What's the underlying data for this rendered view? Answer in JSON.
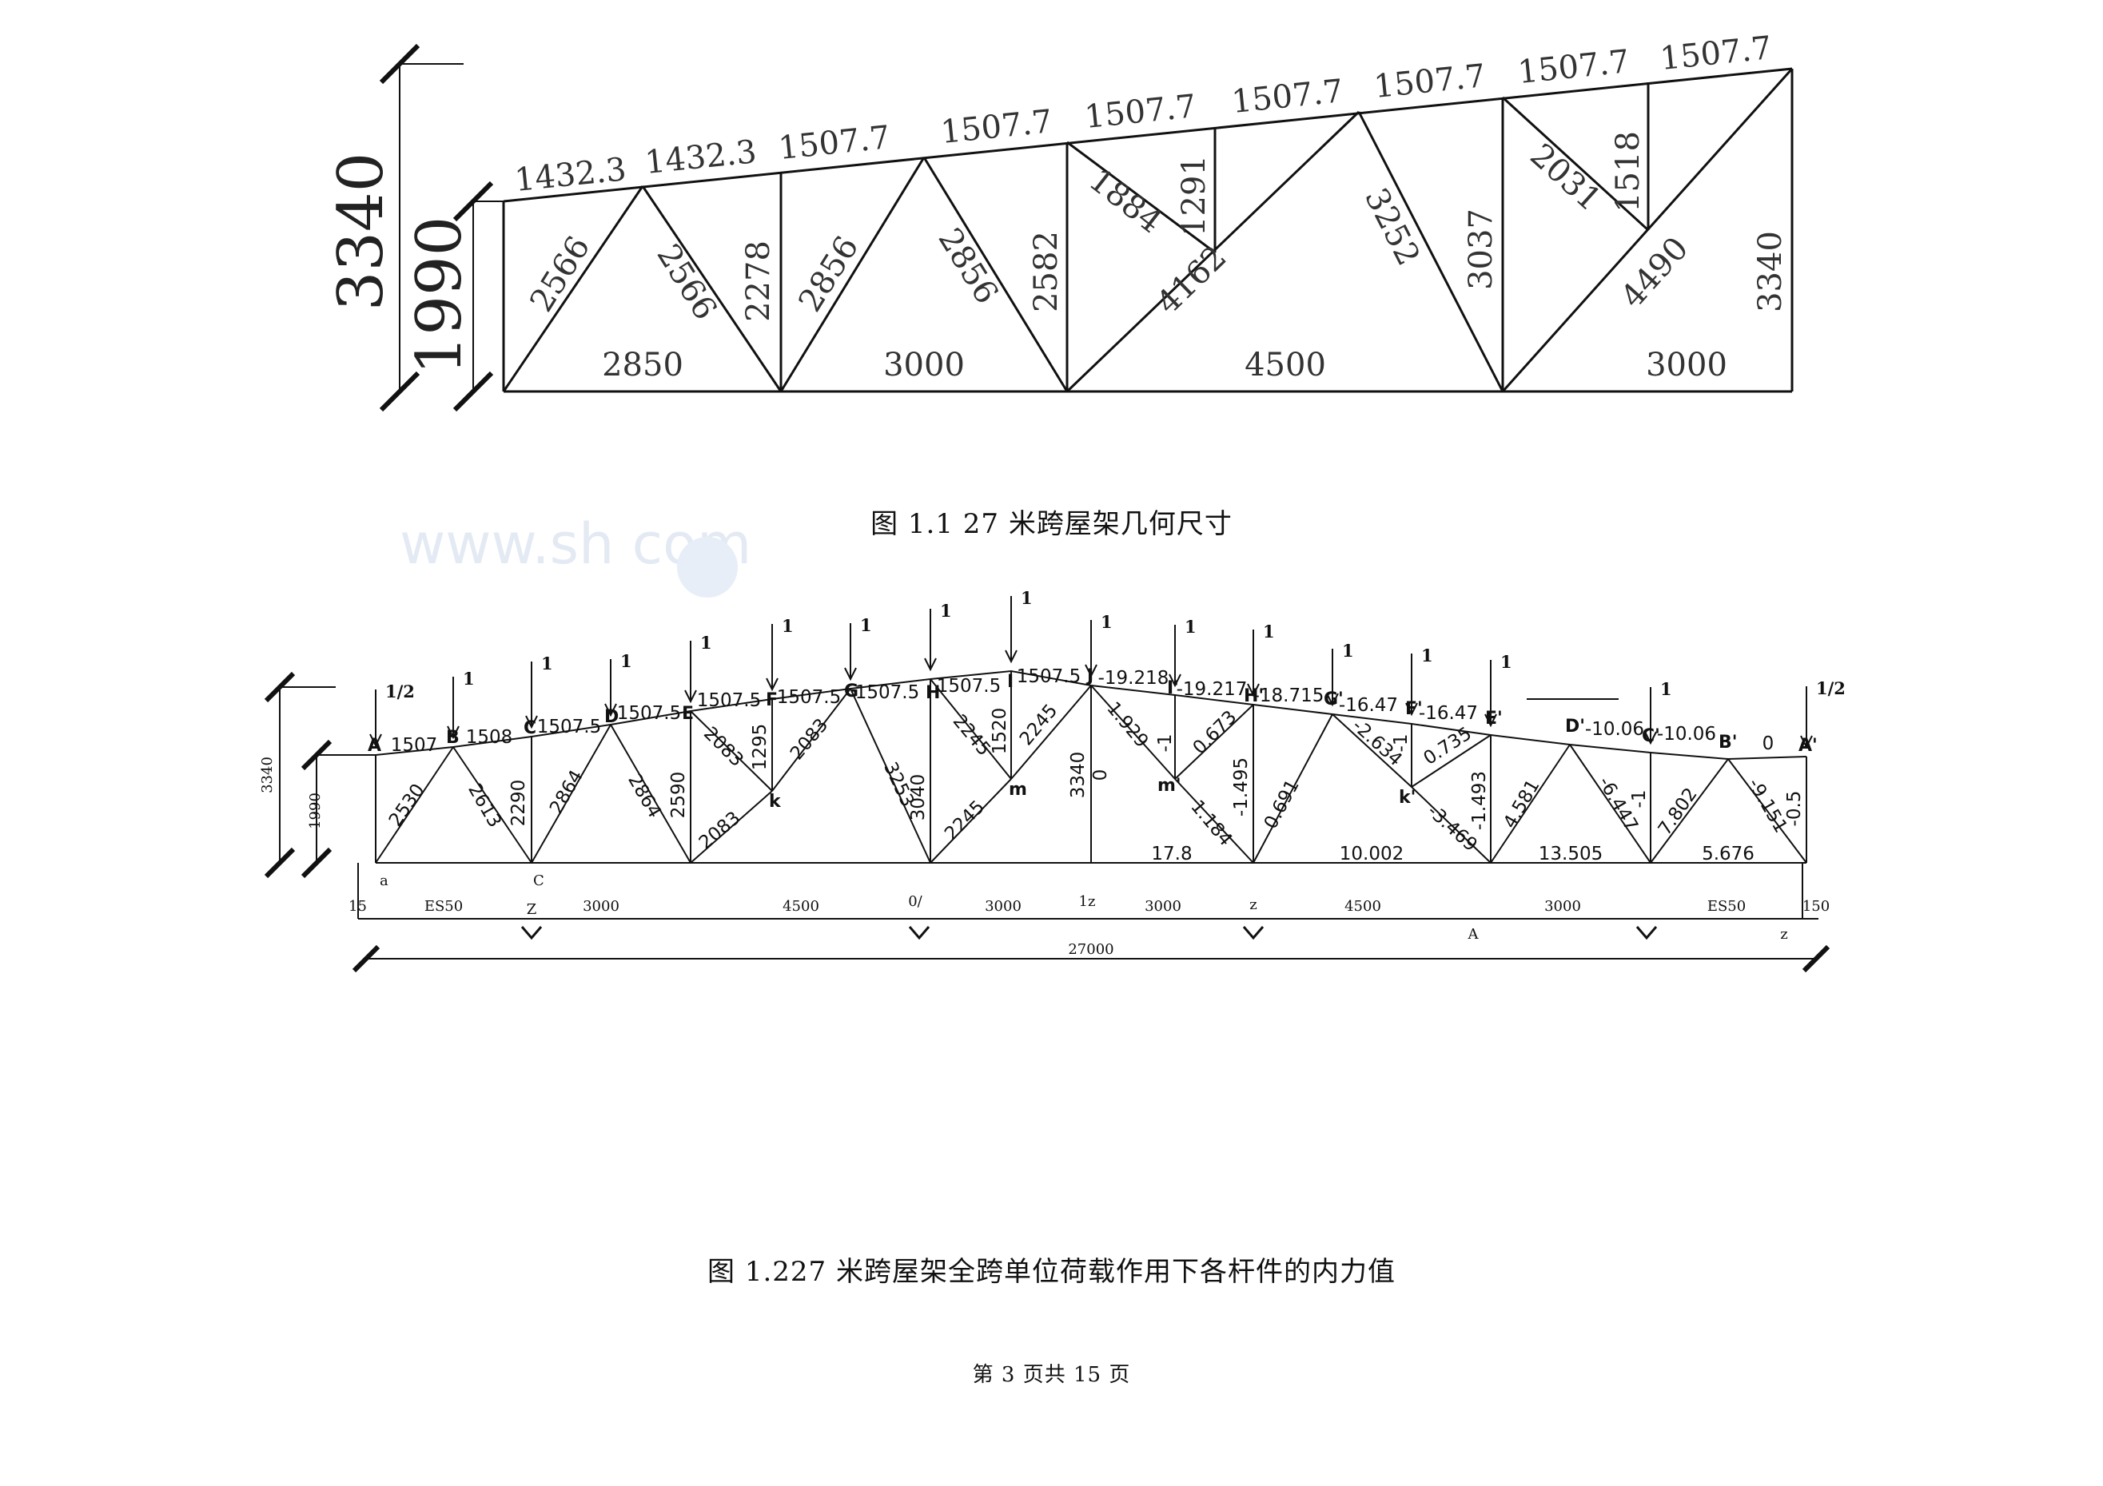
{
  "figure1": {
    "height_dims": [
      "3340",
      "1990"
    ],
    "top_chord": [
      "1432.3",
      "1432.3",
      "1507.7",
      "1507.7",
      "1507.7",
      "1507.7",
      "1507.7",
      "1507.7",
      "1507.7"
    ],
    "web": [
      "2566",
      "2566",
      "2278",
      "2856",
      "2856",
      "2582",
      "1884",
      "1291",
      "4162",
      "3252",
      "3037",
      "2031",
      "1518",
      "4490",
      "3340"
    ],
    "bottom_chord": [
      "2850",
      "3000",
      "4500",
      "3000"
    ],
    "caption": "图 1.1   27 米跨屋架几何尺寸"
  },
  "figure2": {
    "height_dims": [
      "3340",
      "1990"
    ],
    "loads": [
      "1/2",
      "1",
      "1",
      "1",
      "1",
      "1",
      "1",
      "1",
      "1",
      "1",
      "1",
      "1",
      "1",
      "1",
      "1",
      "1",
      "1/2"
    ],
    "node_labels": [
      "A",
      "B",
      "C",
      "D",
      "E",
      "F",
      "G",
      "H",
      "I",
      "J",
      "I'",
      "H'",
      "G'",
      "F'",
      "E'",
      "D'",
      "C'",
      "B'",
      "A'",
      "k",
      "m",
      "m'",
      "k'",
      "a",
      "C"
    ],
    "top_chord_forces": [
      "1507",
      "1508",
      "1507.5",
      "1507.5",
      "1507.5",
      "1507.5",
      "1507.5",
      "1507.5",
      "1507.5",
      "-19.218",
      "-19.217",
      "-18.715",
      "-16.47",
      "-16.47",
      "-10.06",
      "-10.06",
      "0"
    ],
    "web_forces": [
      "2530",
      "2613",
      "2290",
      "2864",
      "2864",
      "2590",
      "2083",
      "1295",
      "2083",
      "2083",
      "3253",
      "3040",
      "2245",
      "1520",
      "2245",
      "2245",
      "3340",
      "0",
      "1.929",
      "-1",
      "0.673",
      "1.184",
      "-1.495",
      "0.691",
      "-2.634",
      "-1",
      "0.735",
      "-3.469",
      "-1.493",
      "4.581",
      "-6.447",
      "-1",
      "7.802",
      "-9.151",
      "-0.5"
    ],
    "bottom_chord_forces": [
      "17.8",
      "10.002",
      "13.505",
      "5.676"
    ],
    "dim_row": [
      "15",
      "ES50",
      "3000",
      "4500",
      "3000",
      "3000",
      "4500",
      "3000",
      "ES50",
      "150"
    ],
    "dim_marks": [
      "Z",
      "0/",
      "1z",
      "z",
      "A",
      "z"
    ],
    "total_span": "27000",
    "caption": "图 1.227 米跨屋架全跨单位荷载作用下各杆件的内力值"
  },
  "footer": "第 3 页共 15 页",
  "watermark": "www.sh    com"
}
